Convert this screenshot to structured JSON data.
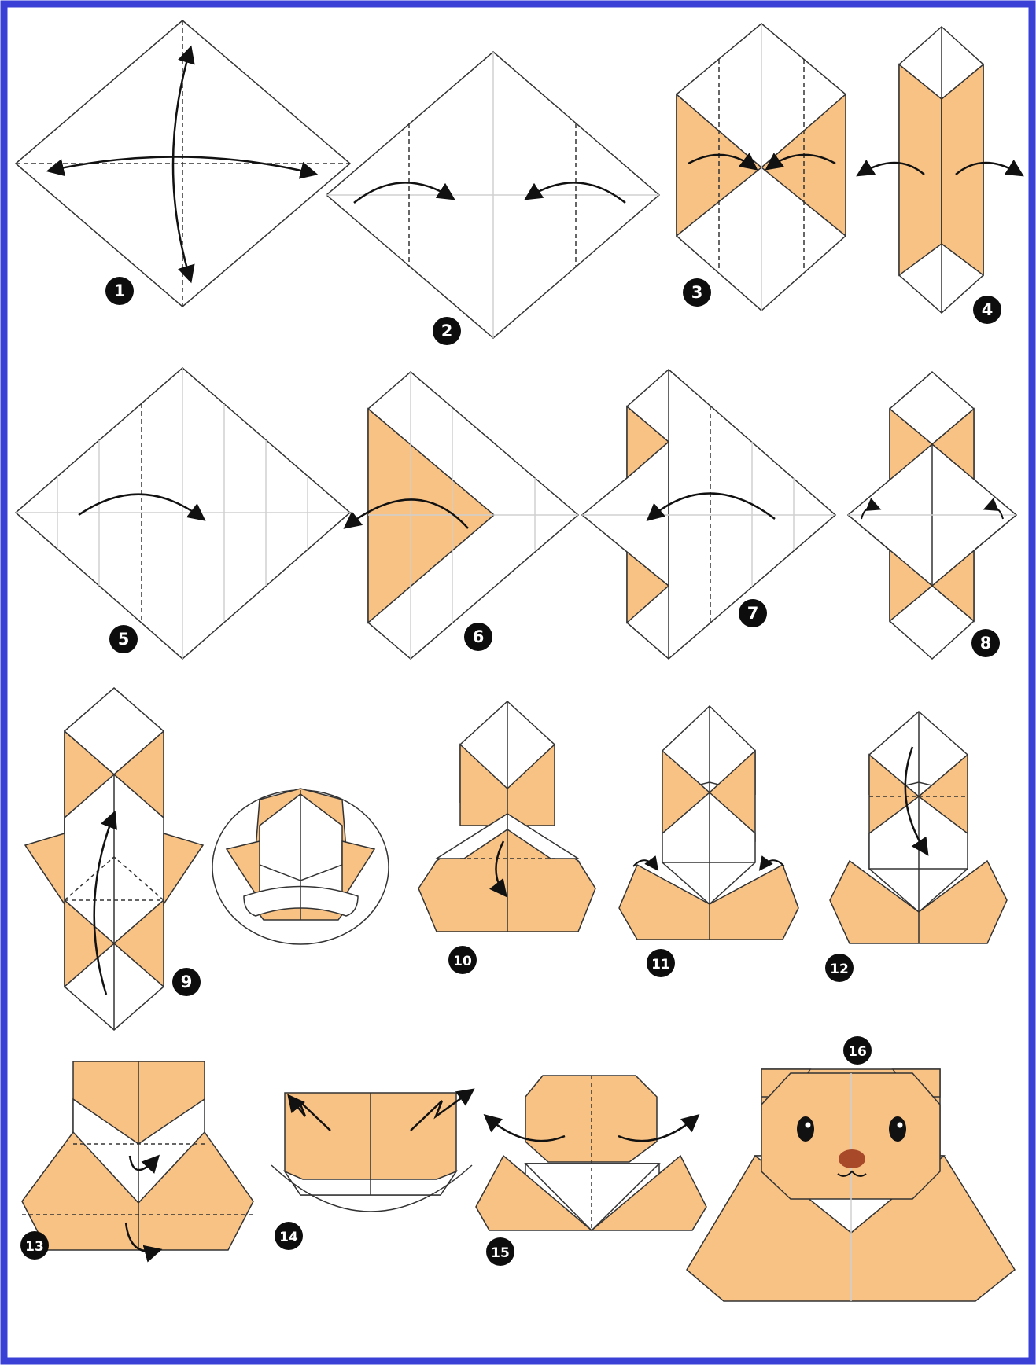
{
  "diagram": {
    "subject": "origami bear instructions",
    "colors": {
      "frame": "#3a3fd6",
      "paper": "#ffffff",
      "paper_back": "#f8c285",
      "line": "#2a2a2a",
      "fold_line": "#d0d0d0",
      "badge": "#0d0d0d",
      "badge_text": "#ffffff",
      "nose": "#a84a2a"
    },
    "steps": [
      {
        "number": "1"
      },
      {
        "number": "2"
      },
      {
        "number": "3"
      },
      {
        "number": "4"
      },
      {
        "number": "5"
      },
      {
        "number": "6"
      },
      {
        "number": "7"
      },
      {
        "number": "8"
      },
      {
        "number": "9"
      },
      {
        "number": "10"
      },
      {
        "number": "11"
      },
      {
        "number": "12"
      },
      {
        "number": "13"
      },
      {
        "number": "14"
      },
      {
        "number": "15"
      },
      {
        "number": "16"
      }
    ]
  }
}
